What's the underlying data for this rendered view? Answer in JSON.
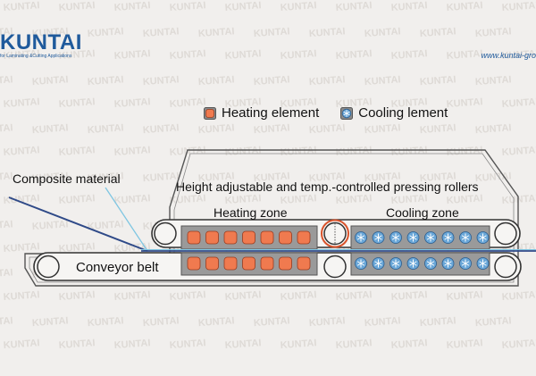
{
  "brand": {
    "logo": "KUNTAI",
    "tagline": "for Laminating &Cutting Applications",
    "url": "www.kuntai-gro"
  },
  "watermark": "KUNTAI",
  "legend": {
    "heating_label": "Heating element",
    "cooling_label": "Cooling lement"
  },
  "labels": {
    "composite_material": "Composite material",
    "rollers": "Height adjustable and temp.-controlled pressing rollers",
    "heating_zone": "Heating zone",
    "cooling_zone": "Cooling zone",
    "conveyor_belt": "Conveyor belt"
  },
  "colors": {
    "heating_element": "#f07a4f",
    "cooling_element": "#6aa7d8",
    "material_line": "#2f4a88",
    "material_line_light": "#7fc6e2",
    "accent_circle": "#d9532b",
    "brand": "#1f5a9c"
  },
  "icons": {
    "heating": "heating-element-icon",
    "cooling": "snowflake-icon"
  }
}
